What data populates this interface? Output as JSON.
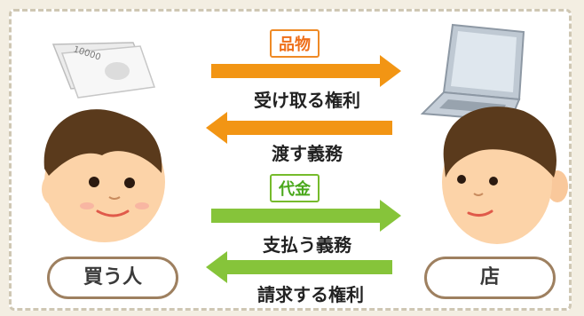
{
  "goods_tag": "品物",
  "payment_tag": "代金",
  "right_to_receive": "受け取る権利",
  "duty_to_deliver": "渡す義務",
  "duty_to_pay": "支払う義務",
  "right_to_claim": "請求する権利",
  "buyer_label": "買う人",
  "shop_label": "店",
  "banknote_text": "10000",
  "colors": {
    "goods_arrow": "#f29514",
    "payment_arrow": "#86c43a",
    "pill_border": "#9e8060",
    "skin": "#fcd3a8",
    "hair": "#5a3a1c"
  }
}
